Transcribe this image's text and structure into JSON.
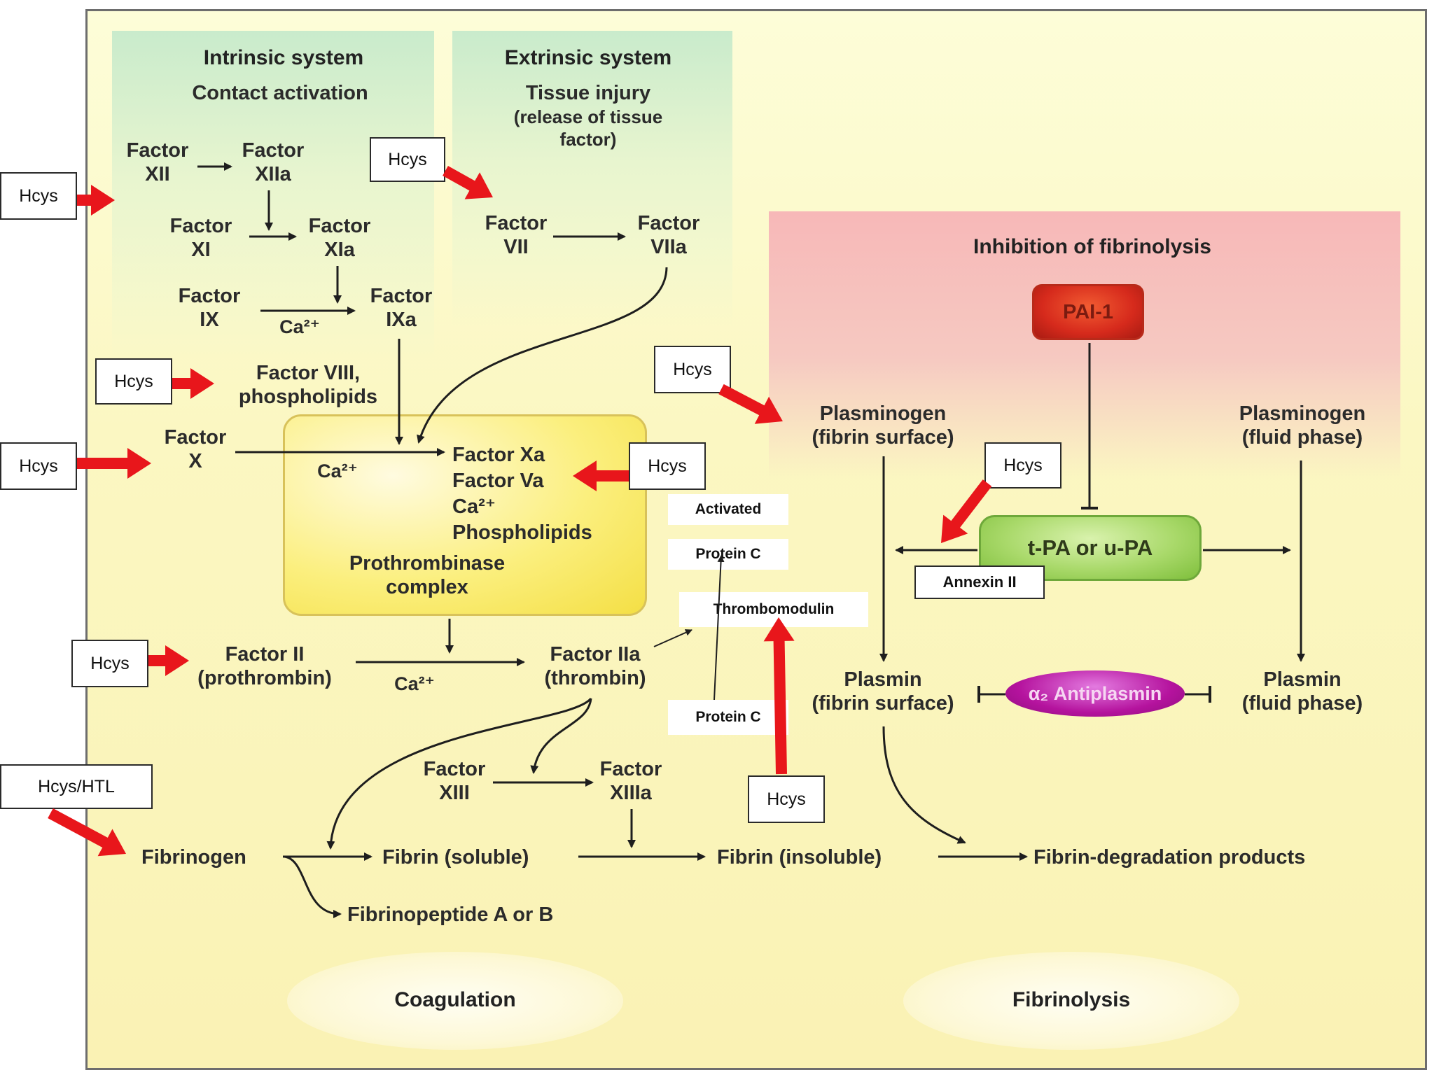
{
  "panels": {
    "intrinsic_title": "Intrinsic system",
    "intrinsic_subtitle": "Contact activation",
    "extrinsic_title": "Extrinsic system",
    "extrinsic_subtitle": "Tissue injury",
    "extrinsic_note_line1": "(release of tissue",
    "extrinsic_note_line2": "factor)",
    "fibrinolysis_title": "Inhibition of fibrinolysis",
    "prothrombinase_line1": "Prothrombinase",
    "prothrombinase_line2": "complex"
  },
  "factors": {
    "xii": [
      "Factor",
      "XII"
    ],
    "xiia": [
      "Factor",
      "XIIa"
    ],
    "xi": [
      "Factor",
      "XI"
    ],
    "xia": [
      "Factor",
      "XIa"
    ],
    "ix": [
      "Factor",
      "IX"
    ],
    "ixa": [
      "Factor",
      "IXa"
    ],
    "vii": [
      "Factor",
      "VII"
    ],
    "viia": [
      "Factor",
      "VIIa"
    ],
    "viii": [
      "Factor VIII,",
      "phospholipids"
    ],
    "x": [
      "Factor",
      "X"
    ],
    "complex": [
      "Factor Xa",
      "Factor Va",
      "Ca²⁺",
      "Phospholipids"
    ],
    "ii": [
      "Factor II",
      "(prothrombin)"
    ],
    "iia": [
      "Factor IIa",
      "(thrombin)"
    ],
    "xiii": [
      "Factor",
      "XIII"
    ],
    "xiiia": [
      "Factor",
      "XIIIa"
    ]
  },
  "calcium": "Ca²⁺",
  "products": {
    "fibrinogen": "Fibrinogen",
    "fibrin_soluble": "Fibrin (soluble)",
    "fibrin_insoluble": "Fibrin (insoluble)",
    "degradation": "Fibrin-degradation products",
    "fibrinopeptide": "Fibrinopeptide A or B"
  },
  "fibrinolysis": {
    "plasminogen_surface": [
      "Plasminogen",
      "(fibrin surface)"
    ],
    "plasminogen_fluid": [
      "Plasminogen",
      "(fluid phase)"
    ],
    "plasmin_surface": [
      "Plasmin",
      "(fibrin surface)"
    ],
    "plasmin_fluid": [
      "Plasmin",
      "(fluid phase)"
    ],
    "pai1": "PAI-1",
    "tpa": "t-PA or u-PA",
    "antiplasmin": "α₂ Antiplasmin"
  },
  "protein_c": {
    "activated_line1": "Activated",
    "activated_line2": "Protein C",
    "thrombomodulin": "Thrombomodulin",
    "protein_c": "Protein C",
    "annexin": "Annexin II"
  },
  "hcys_label": "Hcys",
  "hcys_htl_label": "Hcys/HTL",
  "sections": {
    "coagulation": "Coagulation",
    "fibrinolysis": "Fibrinolysis"
  },
  "colors": {
    "hcys_arrow": "#e8161b",
    "pathway_arrow": "#1e1e1e",
    "pai1": "#d62a1c",
    "tpa": "#a9d96a",
    "antiplasmin": "#b5139e"
  }
}
